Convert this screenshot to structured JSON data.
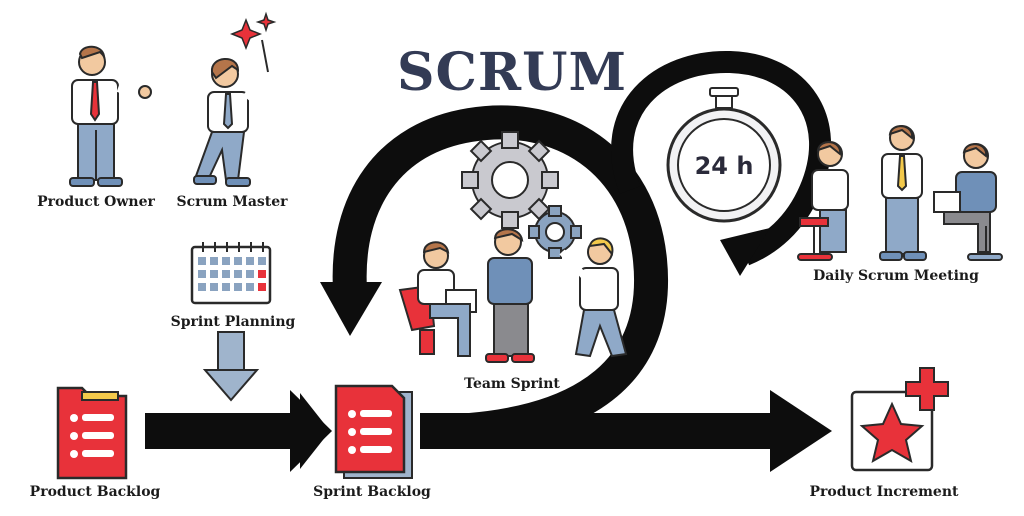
{
  "title": "SCRUM",
  "timer": "24 h",
  "labels": {
    "product_owner": "Product Owner",
    "scrum_master": "Scrum Master",
    "sprint_planning": "Sprint Planning",
    "product_backlog": "Product Backlog",
    "sprint_backlog": "Sprint Backlog",
    "team_sprint": "Team Sprint",
    "daily_scrum_meeting": "Daily Scrum Meeting",
    "product_increment": "Product Increment"
  },
  "colors": {
    "title": "#333b55",
    "accent_red": "#e8323a",
    "shirt_blue": "#6f90b8",
    "pants_blue": "#8fa9c8",
    "arrow": "#0d0d0d",
    "gear": "#c9c9cf"
  }
}
